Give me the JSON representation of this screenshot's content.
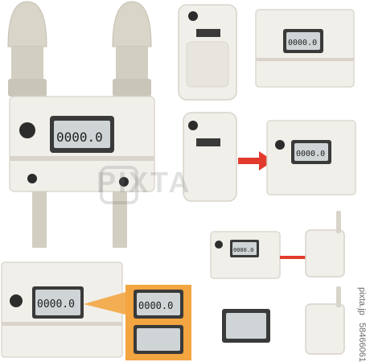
{
  "meter_reading": "0000.0",
  "watermark": "PIXTA",
  "credit_site": "pixta.jp",
  "credit_id": "58466061",
  "colors": {
    "body": "#f1efe9",
    "body_shadow": "#d8d4cb",
    "pipe": "#d7d3c6",
    "lcd_frame": "#3a3a3a",
    "lcd_screen": "#cfd4d6",
    "arrow_red": "#e23b2e",
    "zoom_orange": "#f3a541"
  }
}
